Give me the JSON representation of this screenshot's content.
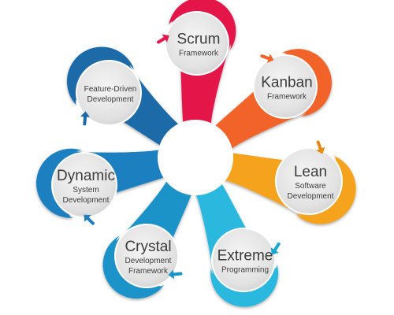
{
  "center_color": "#ffffff",
  "nodes": [
    {
      "id": "scrum",
      "lines": [
        {
          "text": "Scrum",
          "size": "main"
        },
        {
          "text": "Framework",
          "size": "sub"
        }
      ],
      "color": "#e4184a",
      "arrow_color": "#e4184a"
    },
    {
      "id": "kanban",
      "lines": [
        {
          "text": "Kanban",
          "size": "main"
        },
        {
          "text": "Framework",
          "size": "sub"
        }
      ],
      "color": "#f2632a",
      "arrow_color": "#f2632a"
    },
    {
      "id": "lean",
      "lines": [
        {
          "text": "Lean",
          "size": "main"
        },
        {
          "text": "Software",
          "size": "sub"
        },
        {
          "text": "Development",
          "size": "sub"
        }
      ],
      "color": "#f5a21f",
      "arrow_color": "#e68a12"
    },
    {
      "id": "extreme",
      "lines": [
        {
          "text": "Extreme",
          "size": "main"
        },
        {
          "text": "Programming",
          "size": "sub"
        }
      ],
      "color": "#2ab8df",
      "arrow_color": "#1aa6d2"
    },
    {
      "id": "crystal",
      "lines": [
        {
          "text": "Crystal",
          "size": "main"
        },
        {
          "text": "Development",
          "size": "sub"
        },
        {
          "text": "Framework",
          "size": "sub"
        }
      ],
      "color": "#1a93c8",
      "arrow_color": "#1a93c8"
    },
    {
      "id": "dynamic",
      "lines": [
        {
          "text": "Dynamic",
          "size": "main"
        },
        {
          "text": "System",
          "size": "sub"
        },
        {
          "text": "Development",
          "size": "sub"
        }
      ],
      "color": "#1f7fbf",
      "arrow_color": "#1f7fbf"
    },
    {
      "id": "fdd",
      "lines": [
        {
          "text": "Feature-Driven",
          "size": "sub"
        },
        {
          "text": "Development",
          "size": "sub"
        }
      ],
      "color": "#1b6aa8",
      "arrow_color": "#1b6aa8"
    }
  ]
}
